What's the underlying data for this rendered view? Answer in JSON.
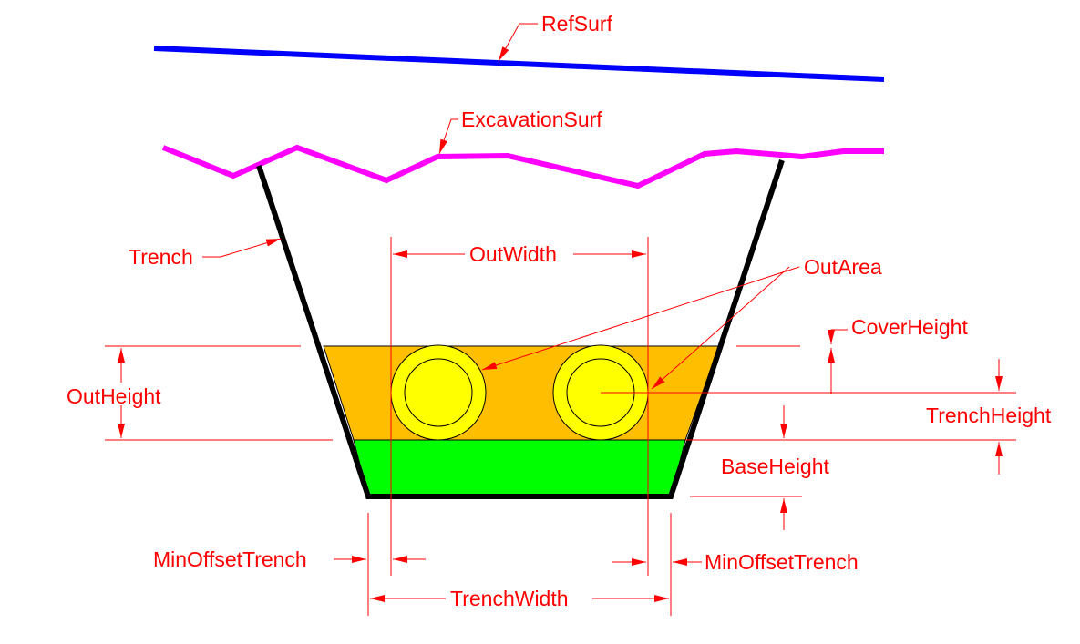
{
  "colors": {
    "annotation": "#ff0000",
    "ref_surface": "#0000ff",
    "excavation_surface": "#ff00ff",
    "trench_wall": "#000000",
    "cover_fill": "#ffbf00",
    "base_fill": "#00ff00",
    "pipe_fill": "#ffff00"
  },
  "labels": {
    "ref_surf": "RefSurf",
    "excavation_surf": "ExcavationSurf",
    "trench": "Trench",
    "out_width": "OutWidth",
    "out_area": "OutArea",
    "cover_height": "CoverHeight",
    "out_height": "OutHeight",
    "trench_height": "TrenchHeight",
    "base_height": "BaseHeight",
    "min_offset_trench_left": "MinOffsetTrench",
    "min_offset_trench_right": "MinOffsetTrench",
    "trench_width": "TrenchWidth"
  }
}
